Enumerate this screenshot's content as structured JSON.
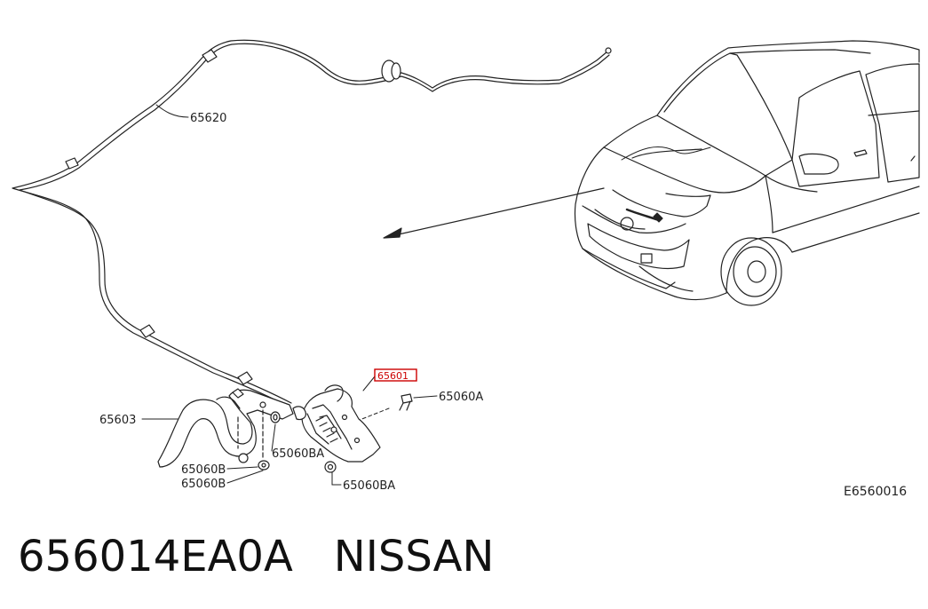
{
  "diagram": {
    "labels": {
      "cable": "65620",
      "lock": "65601",
      "stay": "65603",
      "bolt_a": "65060A",
      "nut_ba_top": "65060BA",
      "nut_ba_bottom": "65060BA",
      "clip_b1": "65060B",
      "clip_b2": "65060B"
    },
    "reference": "E6560016",
    "accent_color": "#cc0000"
  },
  "footer": {
    "part_number": "656014EA0A",
    "brand": "NISSAN"
  }
}
